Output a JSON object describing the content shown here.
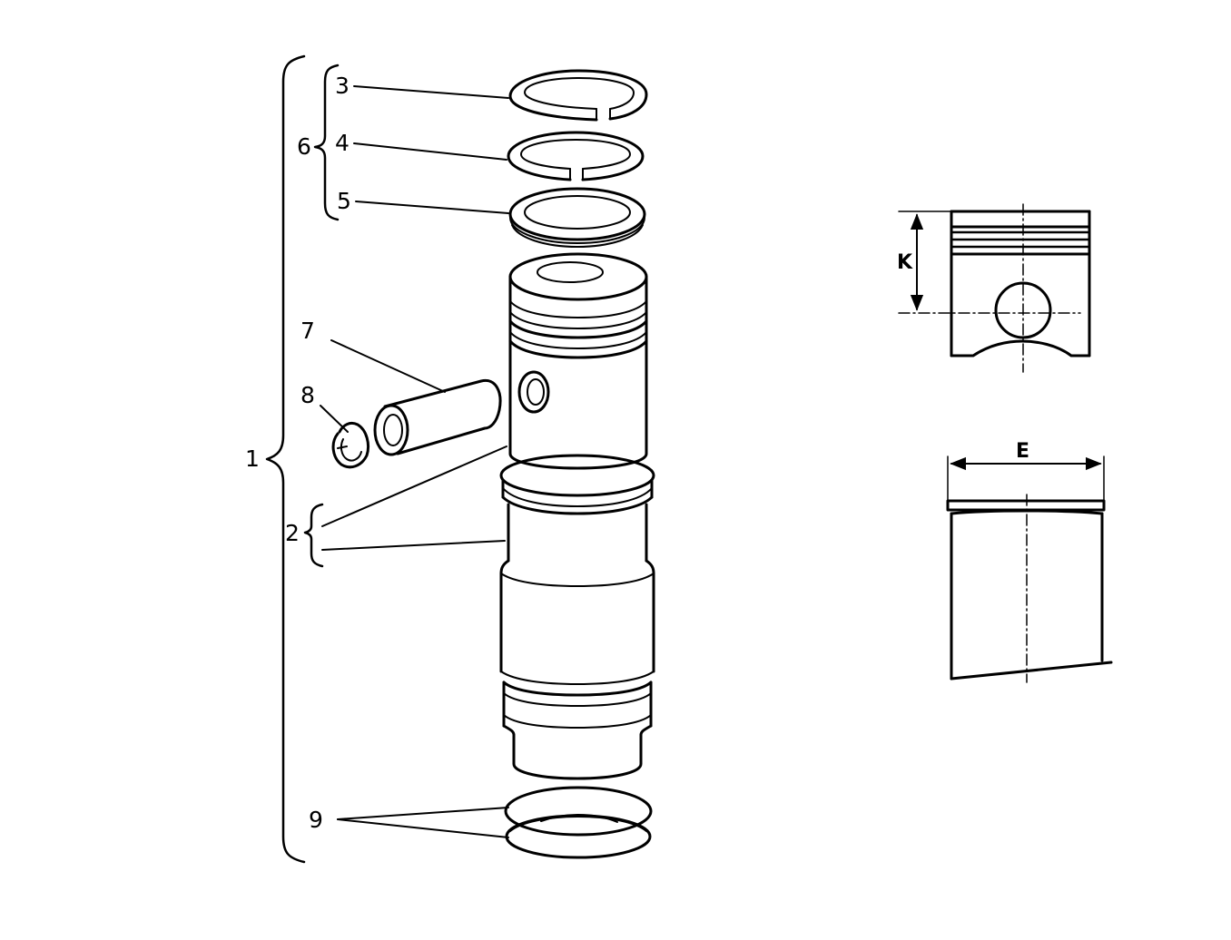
{
  "labels": {
    "l1": "1",
    "l2": "2",
    "l3": "3",
    "l4": "4",
    "l5": "5",
    "l6": "6",
    "l7": "7",
    "l8": "8",
    "l9": "9"
  },
  "dimensions": {
    "height": "K",
    "diameter": "E"
  }
}
